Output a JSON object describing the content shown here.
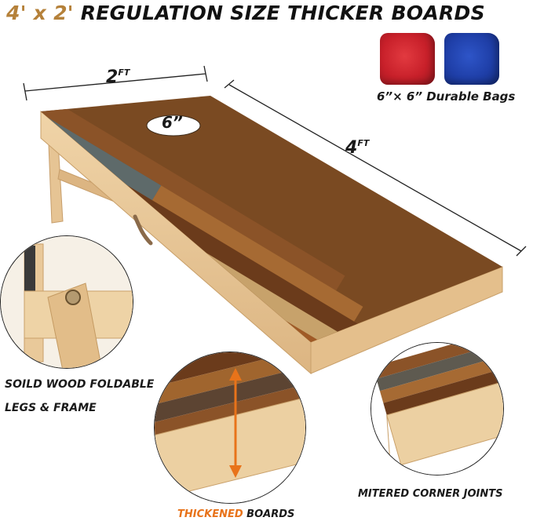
{
  "headline": {
    "size_part": "4' x 2'",
    "rest": " REGULATION SIZE THICKER BOARDS"
  },
  "dimensions": {
    "width_value": "2",
    "width_unit": "FT",
    "length_value": "4",
    "length_unit": "FT",
    "hole": "6”"
  },
  "bags": {
    "caption": "6”× 6” Durable Bags",
    "colors": [
      "#d0262f",
      "#1f3fa8"
    ]
  },
  "callouts": {
    "legs_line1": "SOILD WOOD FOLDABLE",
    "legs_line2": "LEGS & FRAME",
    "thickened_accent": "THICKENED",
    "thickened_rest": " BOARDS",
    "mitered": "MITERED CORNER JOINTS"
  },
  "colors": {
    "accent_gold": "#b5813a",
    "accent_orange": "#e8731a",
    "wood_light": "#e9c99a",
    "wood_dark": "#6b3f1f"
  }
}
